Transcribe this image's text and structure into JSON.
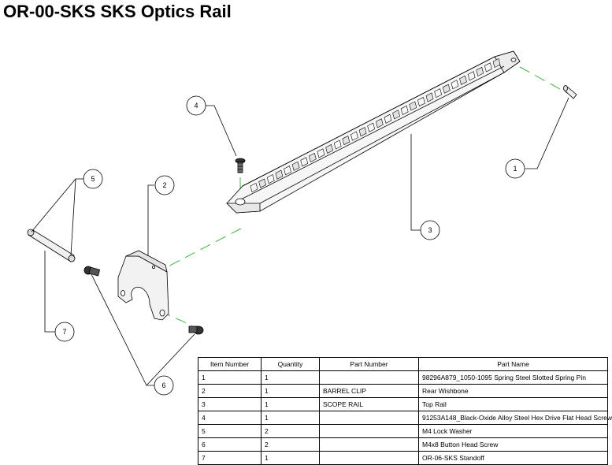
{
  "title": "OR-00-SKS SKS Optics Rail",
  "balloons": [
    "1",
    "2",
    "3",
    "4",
    "5",
    "6",
    "7"
  ],
  "bom": {
    "headers": [
      "Item Number",
      "Quantity",
      "Part Number",
      "Part Name"
    ],
    "rows": [
      {
        "item": "1",
        "qty": "1",
        "part_number": "",
        "part_name": "98296A879_1050-1095 Spring Steel Slotted Spring Pin"
      },
      {
        "item": "2",
        "qty": "1",
        "part_number": "BARREL CLIP",
        "part_name": "Rear Wishbone"
      },
      {
        "item": "3",
        "qty": "1",
        "part_number": "SCOPE RAIL",
        "part_name": "Top Rail"
      },
      {
        "item": "4",
        "qty": "1",
        "part_number": "",
        "part_name": "91253A148_Black-Oxide Alloy Steel Hex Drive Flat Head Screw"
      },
      {
        "item": "5",
        "qty": "2",
        "part_number": "",
        "part_name": "M4 Lock Washer"
      },
      {
        "item": "6",
        "qty": "2",
        "part_number": "",
        "part_name": "M4x8 Button Head Screw"
      },
      {
        "item": "7",
        "qty": "1",
        "part_number": "",
        "part_name": "OR-06-SKS Standoff"
      }
    ]
  },
  "colors": {
    "centerline": "#3cb43c",
    "ink": "#000000",
    "part_fill": "#f4f4f4"
  }
}
